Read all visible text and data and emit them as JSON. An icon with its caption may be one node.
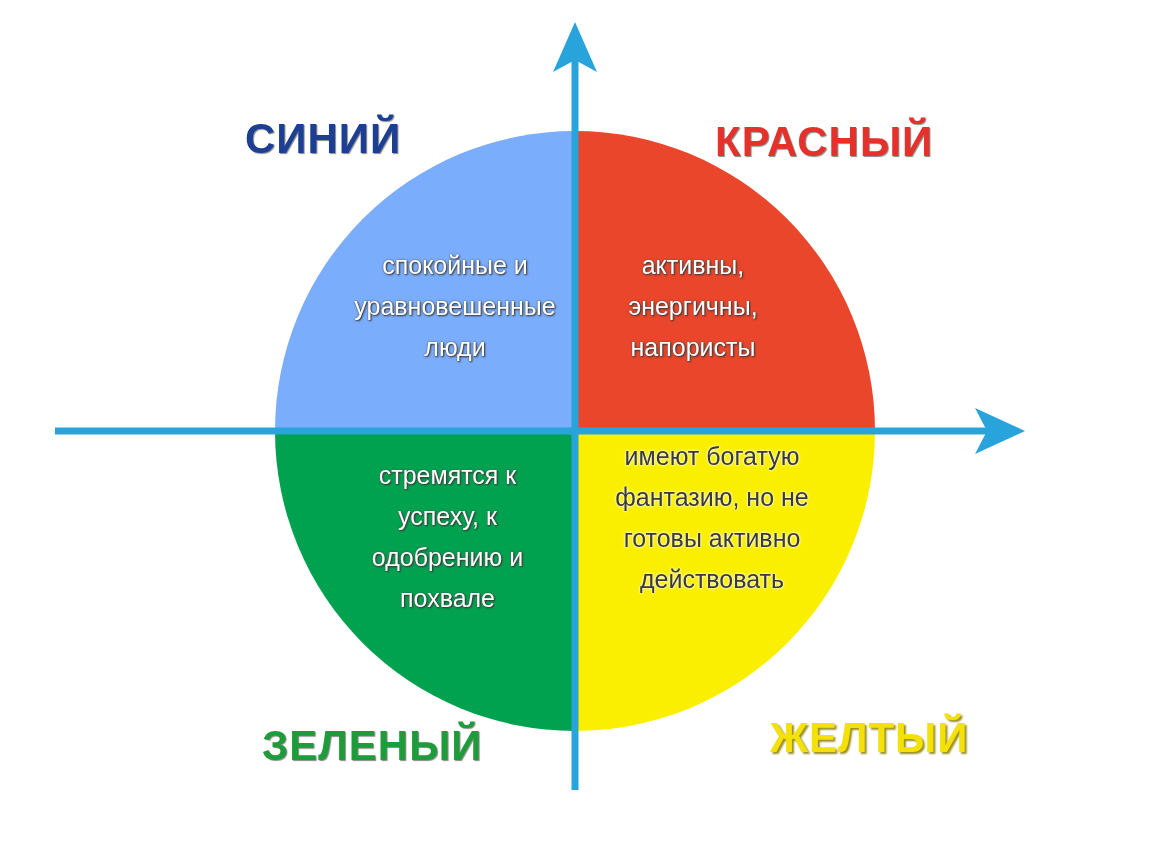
{
  "diagram": {
    "nodes": [
      {
        "text": [
          "СИНИЙ",
          "спокойные и уравновешенные люди"
        ]
      },
      {
        "text": [
          "КРАСНЫЙ",
          "активны, энергичны, напористы"
        ]
      },
      {
        "text": [
          "стремятся к успеху, к одобрению и похвале",
          "ЗЕЛЕНЫЙ"
        ]
      },
      {
        "text": [
          "имеют богатую фантазию, но не готовы активно действовать",
          "ЖЕЛТЫЙ"
        ]
      }
    ]
  }
}
